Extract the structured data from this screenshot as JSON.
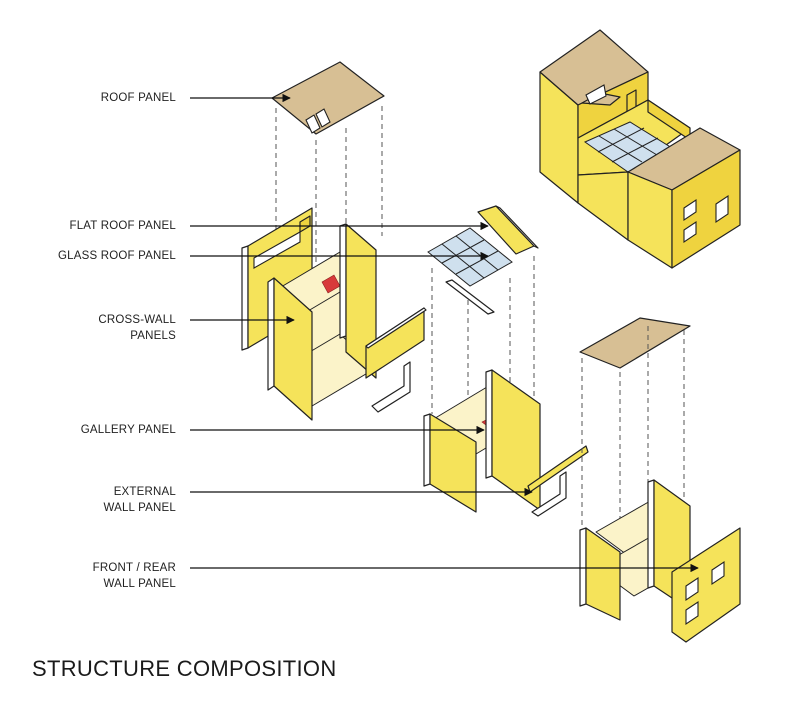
{
  "title": "STRUCTURE COMPOSITION",
  "labels": {
    "roof_panel": "ROOF PANEL",
    "flat_roof_panel": "FLAT ROOF PANEL",
    "glass_roof_panel": "GLASS ROOF PANEL",
    "cross_wall_line1": "CROSS-WALL",
    "cross_wall_line2": "PANELS",
    "gallery_panel": "GALLERY PANEL",
    "external_line1": "EXTERNAL",
    "external_line2": "WALL PANEL",
    "front_rear_line1": "FRONT / REAR",
    "front_rear_line2": "WALL PANEL"
  },
  "colors": {
    "wall_yellow": "#f5e35a",
    "roof_tan": "#d7bf94",
    "glass_blue": "#cfe0ee",
    "stair_red": "#d83a3a"
  }
}
